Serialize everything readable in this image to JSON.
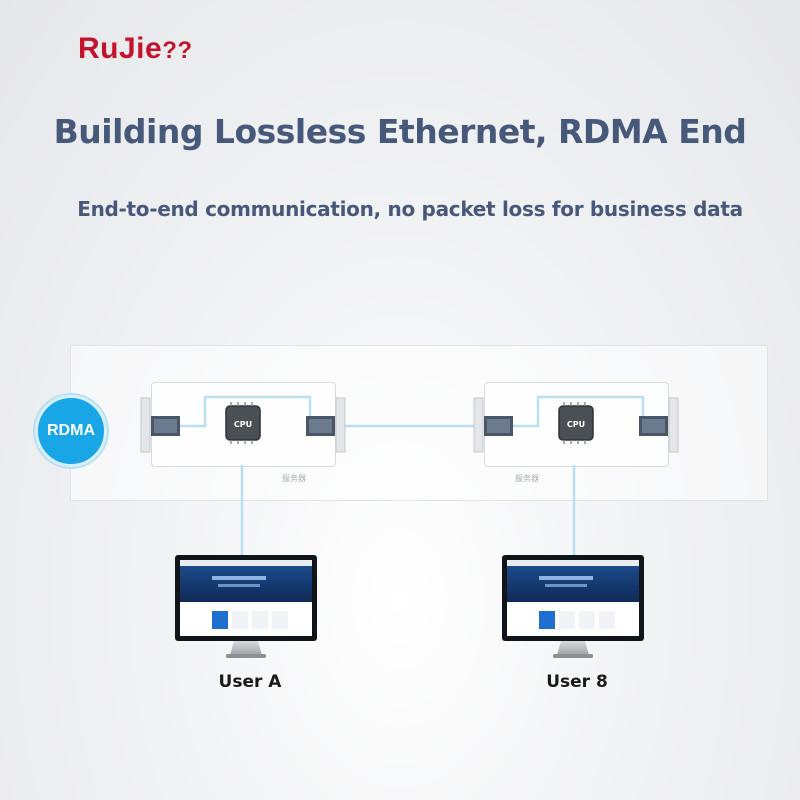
{
  "brand": {
    "logo_text": "RuJie",
    "logo_suffix": "??",
    "color": "#c4142d"
  },
  "header": {
    "title": "Building Lossless Ethernet, RDMA End",
    "subtitle": "End-to-end communication, no packet loss for business data"
  },
  "diagram": {
    "badge_label": "RDMA",
    "servers": [
      {
        "label": "服务器",
        "chip_label": "CPU"
      },
      {
        "label": "服务器",
        "chip_label": "CPU"
      }
    ],
    "users": [
      {
        "label": "User A"
      },
      {
        "label": "User 8"
      }
    ],
    "colors": {
      "link": "#b9dff2",
      "badge": "#18a6e6",
      "title": "#47597a"
    }
  }
}
